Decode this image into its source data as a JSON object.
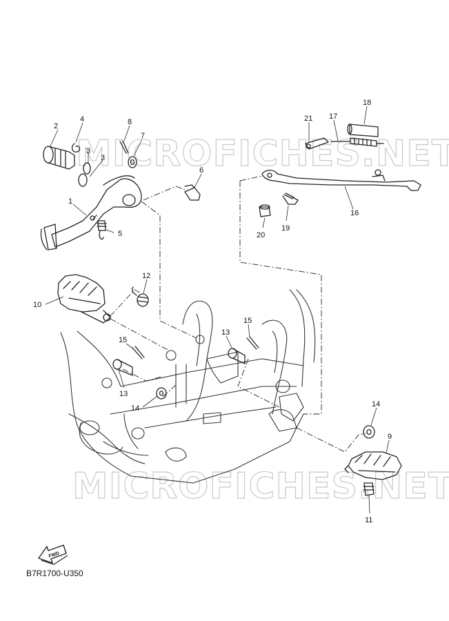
{
  "diagram_code": "B7R1700-U350",
  "fwd_label": "FWD",
  "watermark": "MICROFICHES.NET",
  "callouts": [
    "1",
    "2",
    "3",
    "3",
    "4",
    "5",
    "6",
    "7",
    "8",
    "9",
    "10",
    "11",
    "12",
    "13",
    "13",
    "14",
    "14",
    "15",
    "15",
    "16",
    "17",
    "18",
    "19",
    "20",
    "21"
  ]
}
